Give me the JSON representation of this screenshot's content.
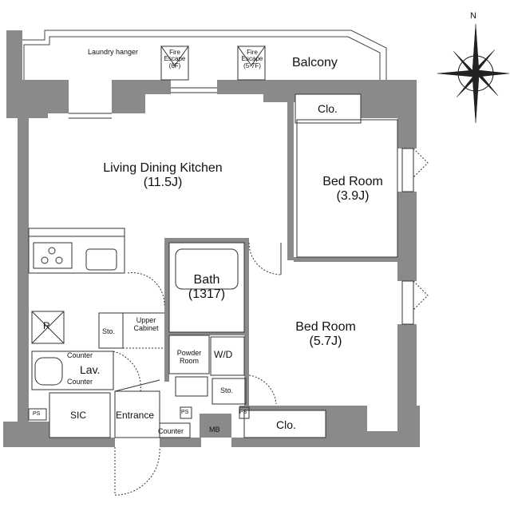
{
  "compass": {
    "north": "N"
  },
  "rooms": {
    "balcony": "Balcony",
    "laundry": "Laundry hanger",
    "fire1": {
      "line1": "Fire",
      "line2": "Escape",
      "line3": "(6F)"
    },
    "fire2": {
      "line1": "Fire",
      "line2": "Escape",
      "line3": "(5-7F)"
    },
    "ldk": {
      "name": "Living Dining Kitchen",
      "size": "(11.5J)"
    },
    "bed1": {
      "name": "Bed Room",
      "size": "(3.9J)"
    },
    "bed2": {
      "name": "Bed Room",
      "size": "(5.7J)"
    },
    "bath": {
      "name": "Bath",
      "size": "(1317)"
    },
    "clo1": "Clo.",
    "clo2": "Clo.",
    "sto1": "Sto.",
    "sto2": "Sto.",
    "upper_cabinet": {
      "line1": "Upper",
      "line2": "Cabinet"
    },
    "powder": {
      "line1": "Powder",
      "line2": "Room"
    },
    "wd": "W/D",
    "fridge": "R",
    "lav": "Lav.",
    "counter_top": "Counter",
    "counter_lav": "Counter",
    "counter_entrance": "Counter",
    "sic": "SIC",
    "entrance": "Entrance",
    "ps1": "PS",
    "ps2": "PS",
    "ps3": "PS",
    "mb": "MB"
  },
  "colors": {
    "wall": "#8a8a8a",
    "wall_dark": "#777777",
    "line": "#333333",
    "fill": "#ffffff"
  }
}
